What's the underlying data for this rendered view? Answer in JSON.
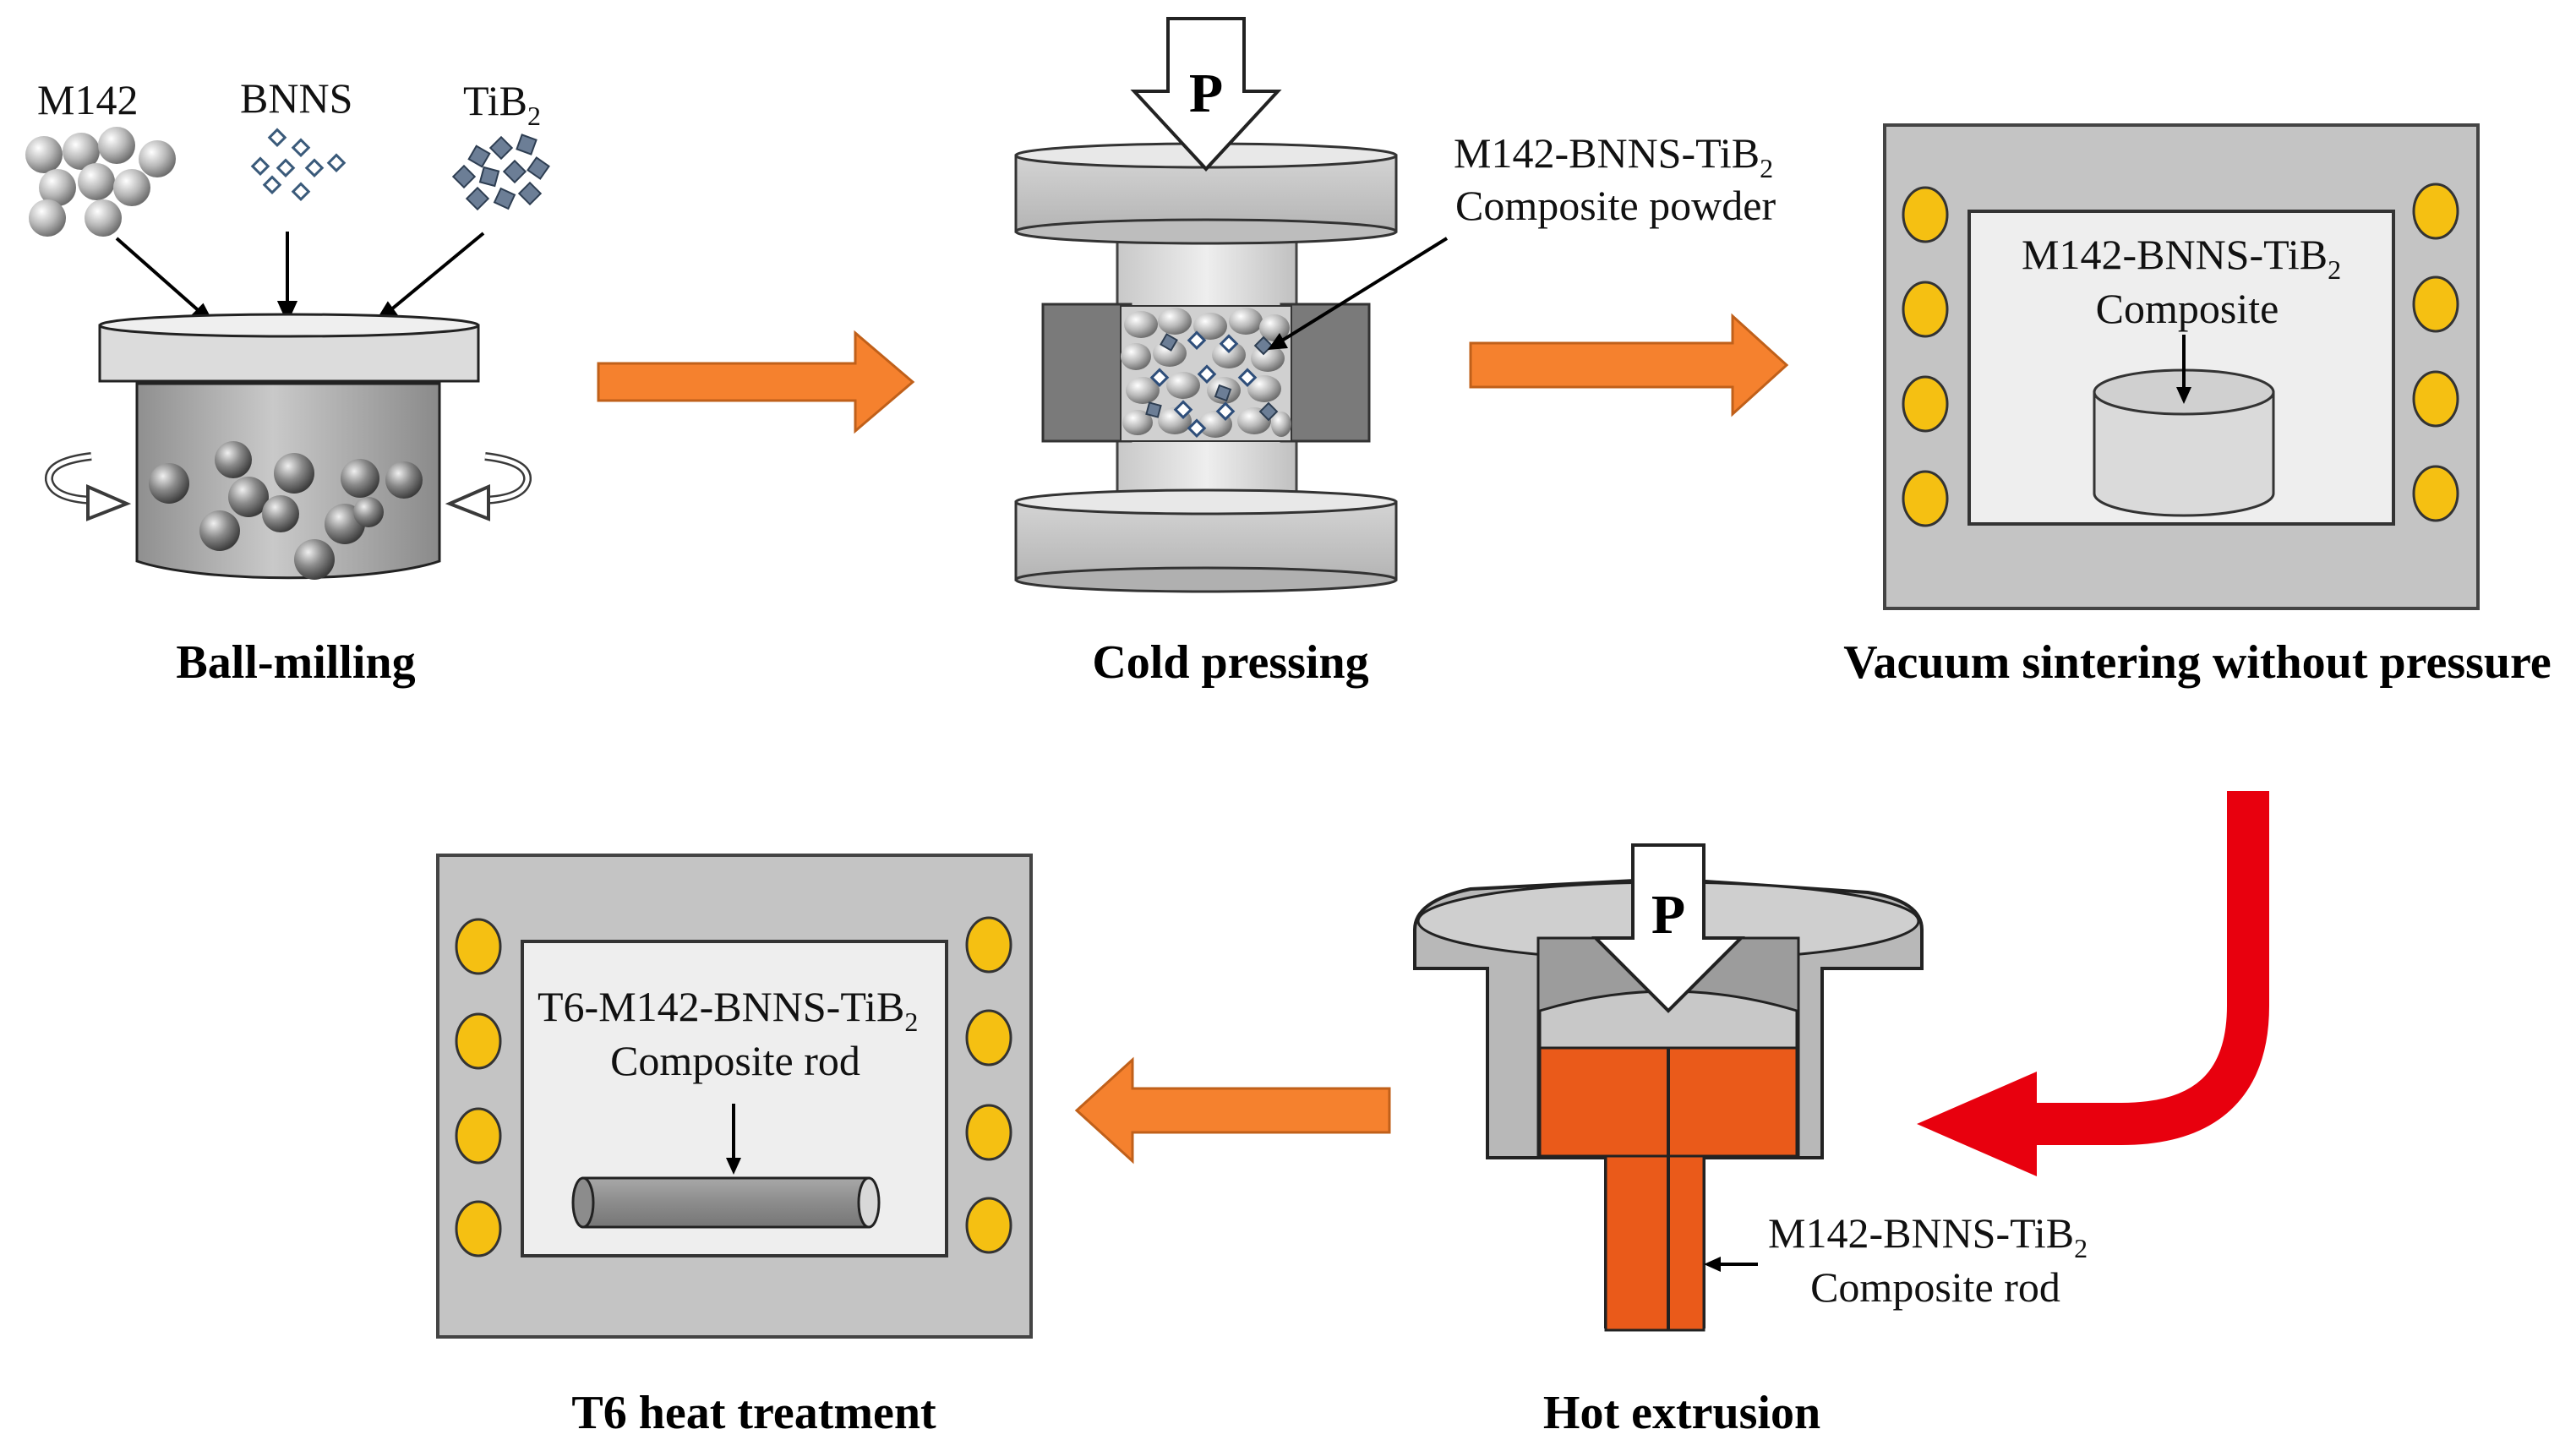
{
  "materials": {
    "m142": "M142",
    "bnns": "BNNS",
    "tib2_base": "TiB",
    "tib2_sub": "2"
  },
  "steps": {
    "ball_milling": "Ball-milling",
    "cold_pressing": "Cold pressing",
    "vacuum_sintering": "Vacuum sintering without pressure",
    "hot_extrusion": "Hot extrusion",
    "t6_heat_treatment": "T6 heat treatment"
  },
  "labels": {
    "powder_line1_base": "M142-BNNS-TiB",
    "powder_line1_sub": "2",
    "powder_line2": "Composite powder",
    "sinter_line1_base": "M142-BNNS-TiB",
    "sinter_line1_sub": "2",
    "sinter_line2": "Composite",
    "extrusion_rod_line1_base": "M142-BNNS-TiB",
    "extrusion_rod_line1_sub": "2",
    "extrusion_rod_line2": "Composite rod",
    "t6_rod_line1_base": "T6-M142-BNNS-TiB",
    "t6_rod_line1_sub": "2",
    "t6_rod_line2": "Composite rod",
    "pressure_symbol": "P",
    "pressure_symbol_2": "P"
  },
  "colors": {
    "flow_arrow_orange": "#f5812e",
    "flow_arrow_red": "#e8000e",
    "heater_yellow": "#f5c012",
    "frame_gray": "#c4c4c4",
    "chamber_bg": "#eeeeee",
    "molten_metal": "#ea5a1a",
    "die_gray": "#b8b8b8"
  }
}
